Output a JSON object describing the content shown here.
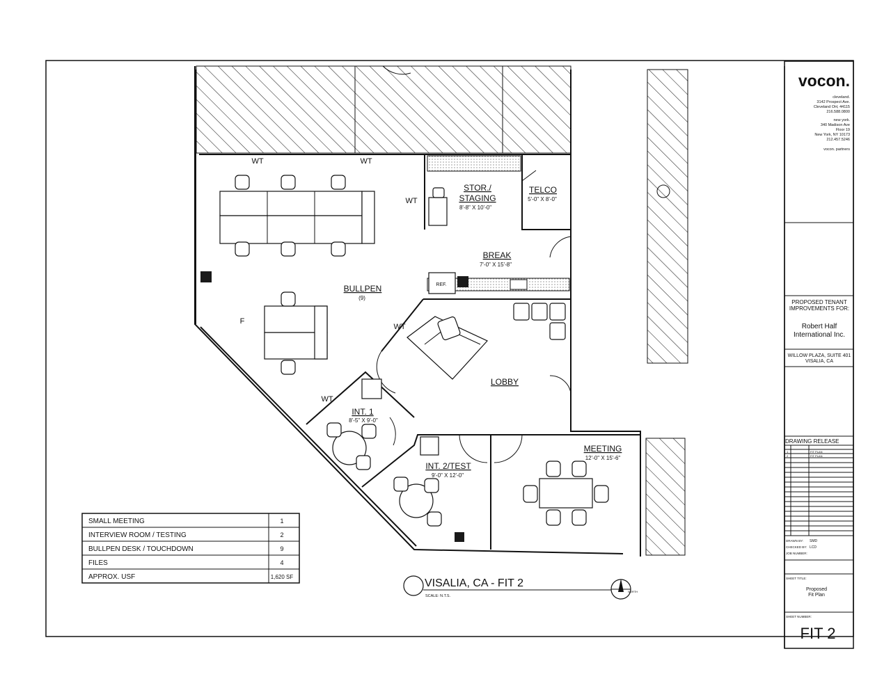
{
  "title_block": {
    "logo": "vocon.",
    "office_cleveland": [
      "cleveland.",
      "3142 Prospect Ave.",
      "Cleveland OH, 44115",
      "216.588.0800"
    ],
    "office_newyork": [
      "new york.",
      "340 Madison Ave",
      "Floor 19",
      "New York, NY 10173",
      "212.457.5246"
    ],
    "firm": "vocon. partners",
    "proposed": [
      "PROPOSED TENANT",
      "IMPROVEMENTS FOR:"
    ],
    "client": [
      "Robert Half",
      "International Inc."
    ],
    "location": [
      "WILLOW PLAZA, SUITE 401",
      "VISALIA, CA"
    ],
    "drawing_release": "DRAWING RELEASE",
    "release_rows": [
      {
        "no": "1",
        "date": "",
        "desc": "FIT PLAN"
      },
      {
        "no": "2",
        "date": "",
        "desc": "FIT PLAN"
      }
    ],
    "drawn_by_label": "DRAWN BY:",
    "drawn_by": "SMD",
    "checked_by_label": "CHECKED BY:",
    "checked_by": "LCD",
    "job_number_label": "JOB NUMBER:",
    "sheet_title_label": "SHEET TITLE:",
    "sheet_title": [
      "Proposed",
      "Fit Plan"
    ],
    "sheet_number_label": "SHEET NUMBER:",
    "sheet_number": "FIT 2"
  },
  "rooms": {
    "stor": {
      "name1": "STOR./",
      "name2": "STAGING",
      "dim": "8'-8\" X 10'-0\""
    },
    "telco": {
      "name": "TELCO",
      "dim": "5'-0\" X 8'-0\""
    },
    "break": {
      "name": "BREAK",
      "dim": "7'-0\" X 15'-8\""
    },
    "bullpen": {
      "name": "BULLPEN",
      "count": "(9)"
    },
    "lobby": {
      "name": "LOBBY"
    },
    "int1": {
      "name": "INT. 1",
      "dim": "8'-5\" X 9'-0\""
    },
    "int2": {
      "name": "INT. 2/TEST",
      "dim": "9'-0\" X 12'-0\""
    },
    "meeting": {
      "name": "MEETING",
      "dim": "12'-0\" X 15'-6\""
    }
  },
  "tags": {
    "wt": "WT",
    "ref": "REF.",
    "f": "F"
  },
  "schedule": [
    {
      "item": "SMALL MEETING",
      "qty": "1"
    },
    {
      "item": "INTERVIEW ROOM / TESTING",
      "qty": "2"
    },
    {
      "item": "BULLPEN DESK / TOUCHDOWN",
      "qty": "9"
    },
    {
      "item": "FILES",
      "qty": "4"
    },
    {
      "item": "APPROX. USF",
      "qty": "1,620 SF"
    }
  ],
  "drawing_title": "VISALIA, CA - FIT 2",
  "scale": "SCALE: N.T.S.",
  "north": "NORTH"
}
